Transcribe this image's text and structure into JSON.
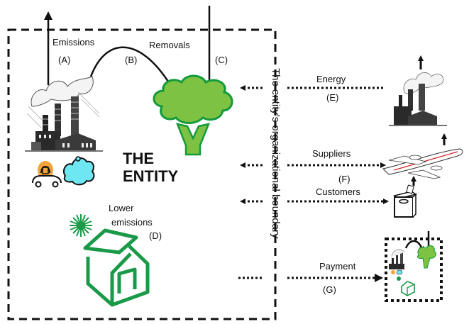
{
  "diagram": {
    "entity_title_line1": "THE",
    "entity_title_line2": "ENTITY",
    "boundary_label": "The entity's organizational boundary",
    "flows": {
      "emissions": {
        "label": "Emissions",
        "code": "(A)"
      },
      "transfer": {
        "code": "(B)"
      },
      "removals": {
        "label": "Removals",
        "code": "(C)"
      },
      "lower_emissions": {
        "label_line1": "Lower",
        "label_line2": "emissions",
        "code": "(D)"
      },
      "energy": {
        "label": "Energy",
        "code": "(E)"
      },
      "suppliers": {
        "label": "Suppliers"
      },
      "value_chain_code": "(F)",
      "customers": {
        "label": "Customers"
      },
      "payment": {
        "label": "Payment",
        "code": "(G)"
      }
    },
    "icons": [
      "factory-icon",
      "tree-icon",
      "car-icon",
      "cloud-icon",
      "sun-icon",
      "house-icon",
      "airplane-icon",
      "washing-machine-icon",
      "offset-project-icon"
    ],
    "colors": {
      "tree_fill": "#7dc242",
      "tree_stroke": "#139a3a",
      "house_green": "#1a9a48",
      "car_orange": "#f2a33a",
      "cloud_cyan": "#6fe7f2",
      "plane_stripe": "#d42020",
      "ink": "#111111"
    }
  }
}
